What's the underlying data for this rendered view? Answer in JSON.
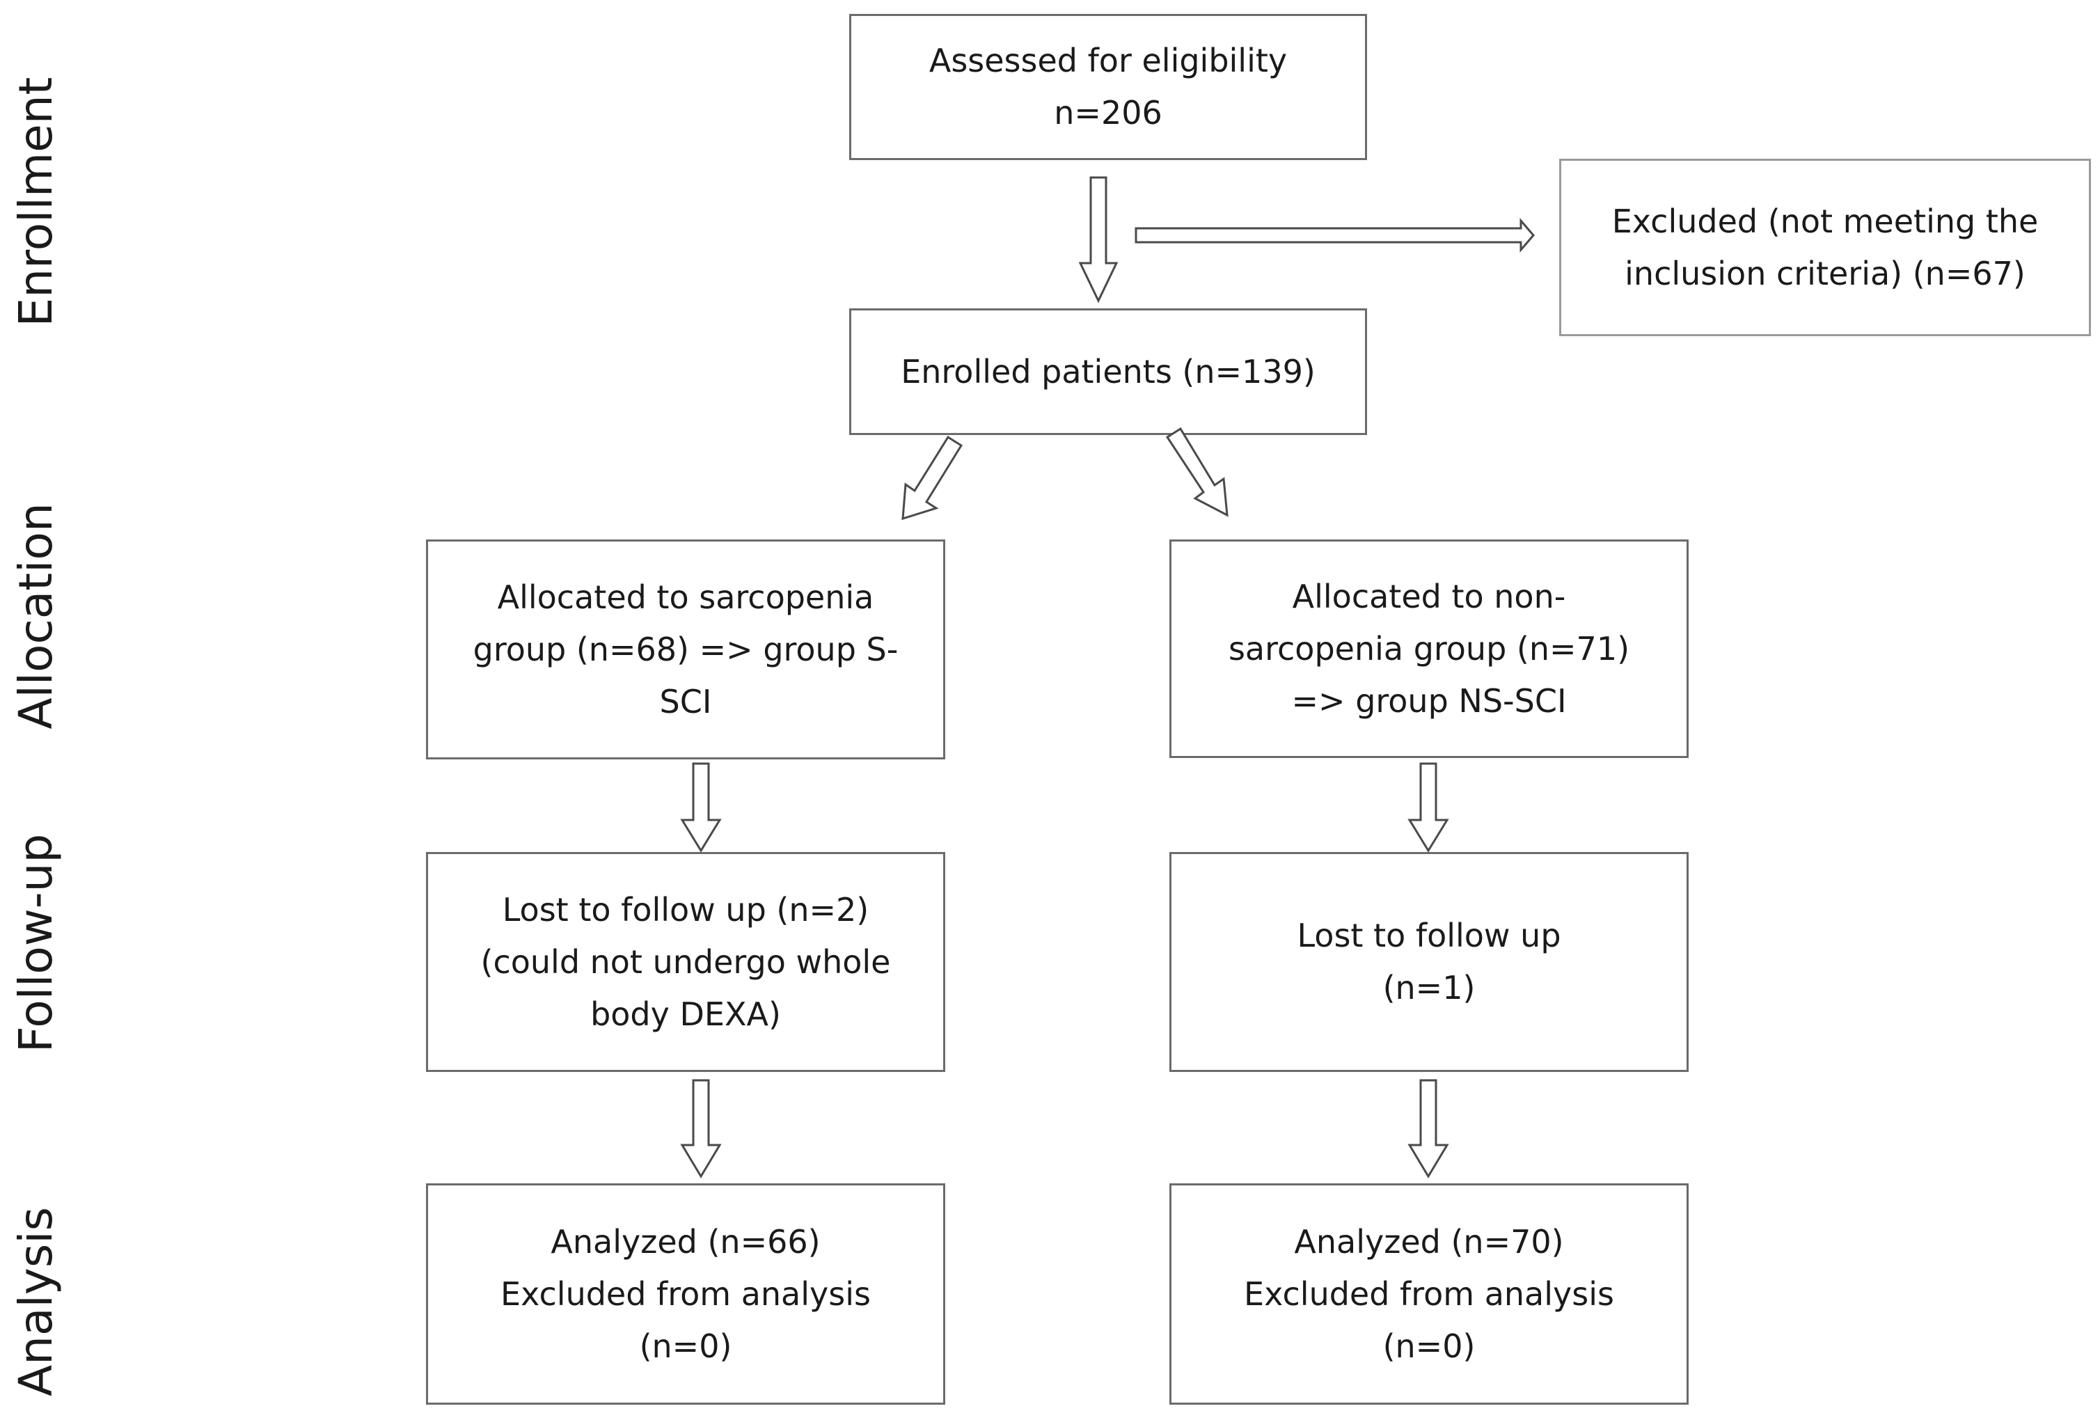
{
  "stages": {
    "enrollment": "Enrollment",
    "allocation": "Allocation",
    "follow_up": "Follow-up",
    "analysis": "Analysis"
  },
  "boxes": {
    "assessed": [
      "Assessed  for eligibility",
      "n=206"
    ],
    "excluded": [
      "Excluded (not meeting the",
      "inclusion criteria) (n=67)"
    ],
    "enrolled": [
      "Enrolled patients (n=139)"
    ],
    "allocated_sarcopenia": [
      "Allocated to sarcopenia",
      "group (n=68) => group S-",
      "SCI"
    ],
    "allocated_non_sarcopenia": [
      "Allocated to non-",
      "sarcopenia group (n=71)",
      "=> group NS-SCI"
    ],
    "lost_sarcopenia": [
      "Lost to follow up (n=2)",
      "(could not undergo whole",
      "body DEXA)"
    ],
    "lost_non_sarcopenia": [
      "Lost to follow up",
      "(n=1)"
    ],
    "analyzed_sarcopenia": [
      "Analyzed (n=66)",
      "Excluded from analysis",
      "(n=0)"
    ],
    "analyzed_non_sarcopenia": [
      "Analyzed (n=70)",
      "Excluded from analysis",
      "(n=0)"
    ]
  },
  "colors": {
    "border": "#6b6b6b",
    "arrow_stroke": "#4a4a4a",
    "text": "#1a1a1a",
    "background": "#ffffff"
  }
}
